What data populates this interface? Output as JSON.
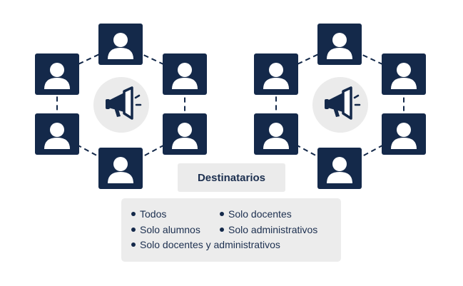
{
  "title": "Destinatarios",
  "options": [
    "Todos",
    "Solo docentes",
    "Solo alumnos",
    "Solo administrativos",
    "Solo docentes y administrativos"
  ],
  "icons": {
    "user": "user-icon",
    "center": "megaphone-icon"
  },
  "colors": {
    "node": "#14294a",
    "user_glyph": "#ffffff",
    "center_circle": "#ebebeb",
    "dashed_line": "#14294a",
    "text": "#1c2f4f",
    "box_bg": "#ebebeb"
  }
}
